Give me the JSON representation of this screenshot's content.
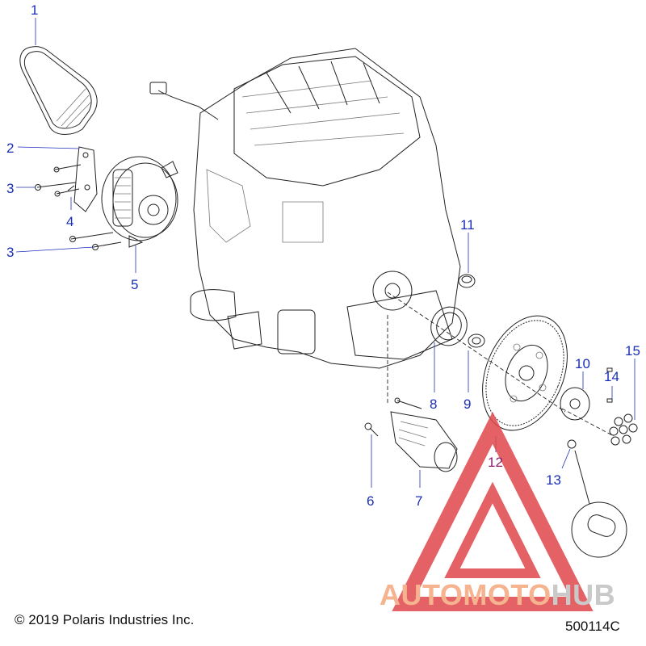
{
  "diagram": {
    "callouts": [
      {
        "id": "c1",
        "label": "1"
      },
      {
        "id": "c2",
        "label": "2"
      },
      {
        "id": "c3a",
        "label": "3"
      },
      {
        "id": "c3b",
        "label": "3"
      },
      {
        "id": "c4",
        "label": "4"
      },
      {
        "id": "c5",
        "label": "5"
      },
      {
        "id": "c6",
        "label": "6"
      },
      {
        "id": "c7",
        "label": "7"
      },
      {
        "id": "c8",
        "label": "8"
      },
      {
        "id": "c9",
        "label": "9"
      },
      {
        "id": "c10",
        "label": "10"
      },
      {
        "id": "c11",
        "label": "11"
      },
      {
        "id": "c12",
        "label": "12"
      },
      {
        "id": "c13",
        "label": "13"
      },
      {
        "id": "c14",
        "label": "14"
      },
      {
        "id": "c15",
        "label": "15"
      }
    ],
    "copyright": "© 2019 Polaris Industries Inc.",
    "document_number": "500114C"
  },
  "watermark": {
    "word_part1": "AUTOMOTO",
    "word_part2": "HUB",
    "colors": {
      "triangle": "#e0474c",
      "word_part1": "#f5b38f",
      "word_part2": "#c9c9c9"
    }
  },
  "colors": {
    "callout": "#1a2fb8",
    "line_art": "#222222"
  }
}
